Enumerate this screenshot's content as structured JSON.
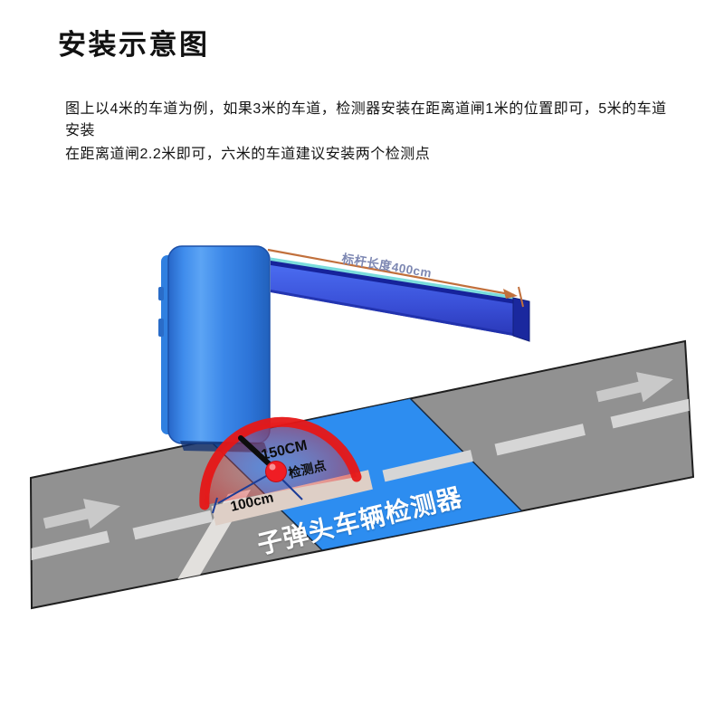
{
  "page": {
    "title": "安装示意图"
  },
  "description": {
    "line1": "图上以4米的车道为例，如果3米的车道，检测器安装在距离道闸1米的位置即可，5米的车道安装",
    "line2": "在距离道闸2.2米即可，六米的车道建议安装两个检测点"
  },
  "diagram": {
    "barrier_arm_length_label": "标杆长度400cm",
    "detection_height_label": "150CM",
    "detection_point_label": "检测点",
    "detection_distance_label": "100cm",
    "device_name_label": "子弹头车辆检测器",
    "colors": {
      "road_gray": "#919191",
      "lane_zone_blue": "#2d8df0",
      "dome_red": "#e61717",
      "barrier_blue": "#3f8cec",
      "dimension_orange": "#c1703c",
      "marking_gray": "#d6d6d6"
    }
  }
}
